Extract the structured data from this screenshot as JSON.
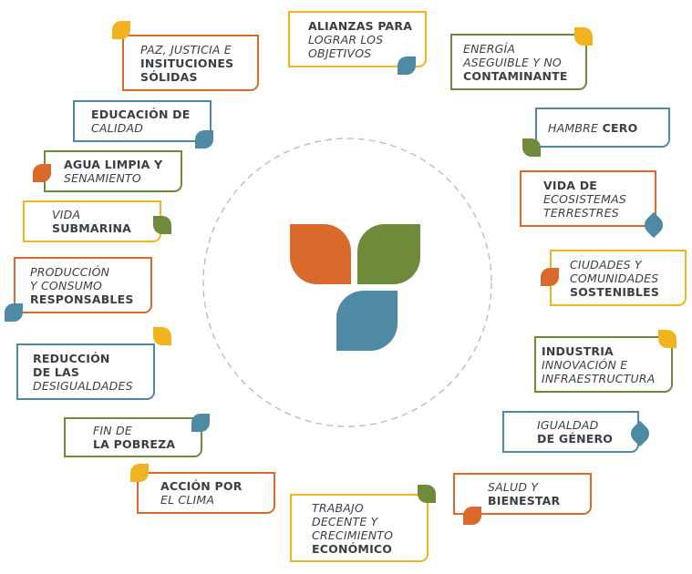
{
  "colors": {
    "orange": "#d96a2b",
    "green": "#6e8a3a",
    "blue": "#4e8aa3",
    "yellow": "#f2b320",
    "ring": "#b9b9b9"
  },
  "center_logo": {
    "icon": "three-leaf-logo-icon"
  },
  "goals": [
    {
      "id": "alianzas",
      "lines": [
        {
          "t": "ALIANZAS PARA",
          "s": "b"
        },
        {
          "t": "LOGRAR LOS",
          "s": "i"
        },
        {
          "t": "OBJETIVOS",
          "s": "i"
        }
      ],
      "border": "yellow",
      "leaf": "blue"
    },
    {
      "id": "energia",
      "lines": [
        {
          "t": "ENERGÍA",
          "s": "i"
        },
        {
          "t": "ASEGUIBLE Y NO",
          "s": "i"
        },
        {
          "t": "CONTAMINANTE",
          "s": "b"
        }
      ],
      "border": "green",
      "leaf": "yellow"
    },
    {
      "id": "hambre",
      "lines": [
        {
          "t": "HAMBRE",
          "s": "i",
          "extra": "CERO"
        }
      ],
      "border": "blue",
      "leaf": "green"
    },
    {
      "id": "vida-terrestre",
      "lines": [
        {
          "t": "VIDA DE",
          "s": "b"
        },
        {
          "t": "ECOSISTEMAS",
          "s": "i"
        },
        {
          "t": "TERRESTRES",
          "s": "i"
        }
      ],
      "border": "orange",
      "leaf": "blue"
    },
    {
      "id": "ciudades",
      "lines": [
        {
          "t": "CIUDADES Y",
          "s": "i"
        },
        {
          "t": "COMUNIDADES",
          "s": "i"
        },
        {
          "t": "SOSTENIBLES",
          "s": "b"
        }
      ],
      "border": "yellow",
      "leaf": "orange"
    },
    {
      "id": "industria",
      "lines": [
        {
          "t": "INDUSTRIA",
          "s": "b"
        },
        {
          "t": "INNOVACIÓN E",
          "s": "i"
        },
        {
          "t": "INFRAESTRUCTURA",
          "s": "i"
        }
      ],
      "border": "green",
      "leaf": "yellow"
    },
    {
      "id": "igualdad-genero",
      "lines": [
        {
          "t": "IGUALDAD",
          "s": "i"
        },
        {
          "t": "DE GÉNERO",
          "s": "b"
        }
      ],
      "border": "blue",
      "leaf": "blue"
    },
    {
      "id": "salud",
      "lines": [
        {
          "t": "SALUD Y",
          "s": "i"
        },
        {
          "t": "BIENESTAR",
          "s": "b"
        }
      ],
      "border": "orange",
      "leaf": "orange"
    },
    {
      "id": "trabajo",
      "lines": [
        {
          "t": "TRABAJO",
          "s": "i"
        },
        {
          "t": "DECENTE Y",
          "s": "i"
        },
        {
          "t": "CRECIMIENTO",
          "s": "i"
        },
        {
          "t": "ECONÓMICO",
          "s": "b"
        }
      ],
      "border": "yellow",
      "leaf": "green"
    },
    {
      "id": "accion-clima",
      "lines": [
        {
          "t": "ACCIÓN POR",
          "s": "b"
        },
        {
          "t": "EL CLIMA",
          "s": "i"
        }
      ],
      "border": "orange",
      "leaf": "yellow"
    },
    {
      "id": "pobreza",
      "lines": [
        {
          "t": "FIN DE",
          "s": "i"
        },
        {
          "t": "LA POBREZA",
          "s": "b"
        }
      ],
      "border": "green",
      "leaf": "blue"
    },
    {
      "id": "desigualdades",
      "lines": [
        {
          "t": "REDUCCIÓN",
          "s": "b"
        },
        {
          "t": "DE LAS",
          "s": "b"
        },
        {
          "t": "DESIGUALDADES",
          "s": "i"
        }
      ],
      "border": "blue",
      "leaf": "yellow"
    },
    {
      "id": "produccion",
      "lines": [
        {
          "t": "PRODUCCIÓN",
          "s": "i"
        },
        {
          "t": "Y CONSUMO",
          "s": "i"
        },
        {
          "t": "RESPONSABLES",
          "s": "b"
        }
      ],
      "border": "orange",
      "leaf": "blue"
    },
    {
      "id": "vida-submarina",
      "lines": [
        {
          "t": "VIDA",
          "s": "i"
        },
        {
          "t": "SUBMARINA",
          "s": "b"
        }
      ],
      "border": "yellow",
      "leaf": "green"
    },
    {
      "id": "agua",
      "lines": [
        {
          "t": "AGUA LIMPIA Y",
          "s": "b"
        },
        {
          "t": "SENAMIENTO",
          "s": "i"
        }
      ],
      "border": "green",
      "leaf": "orange"
    },
    {
      "id": "educacion",
      "lines": [
        {
          "t": "EDUCACIÓN DE",
          "s": "b"
        },
        {
          "t": "CALIDAD",
          "s": "i"
        }
      ],
      "border": "blue",
      "leaf": "blue"
    },
    {
      "id": "paz",
      "lines": [
        {
          "t": "PAZ, JUSTICIA E",
          "s": "i"
        },
        {
          "t": "INSITUCIONES",
          "s": "b"
        },
        {
          "t": "SÓLIDAS",
          "s": "b"
        }
      ],
      "border": "orange",
      "leaf": "yellow"
    }
  ]
}
